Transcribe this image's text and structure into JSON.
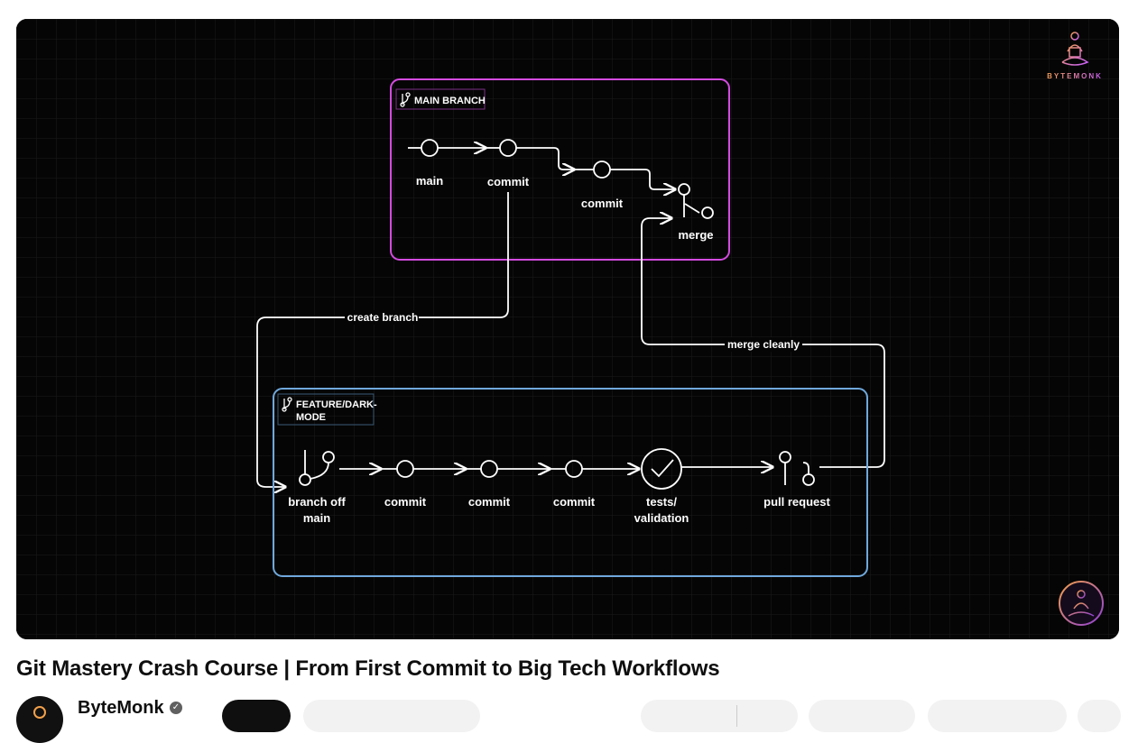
{
  "video": {
    "brand_text": "BYTEMONK",
    "diagram": {
      "main_box_label": "MAIN BRANCH",
      "feature_box_label_line1": "FEATURE/DARK-",
      "feature_box_label_line2": "MODE",
      "main_nodes": {
        "main": "main",
        "commit1": "commit",
        "commit2": "commit",
        "merge": "merge"
      },
      "feature_nodes": {
        "branch_off_line1": "branch off",
        "branch_off_line2": "main",
        "commit1": "commit",
        "commit2": "commit",
        "commit3": "commit",
        "tests_line1": "tests/",
        "tests_line2": "validation",
        "pull_request": "pull request"
      },
      "edge_labels": {
        "create_branch": "create branch",
        "merge_cleanly": "merge cleanly"
      },
      "colors": {
        "main_box": "#d44be0",
        "feature_box": "#6fa8dc",
        "lines": "#ffffff"
      }
    }
  },
  "title": "Git Mastery Crash Course | From First Commit to Big Tech Workflows",
  "channel": {
    "name": "ByteMonk",
    "verified_icon": "check-circle-icon"
  }
}
